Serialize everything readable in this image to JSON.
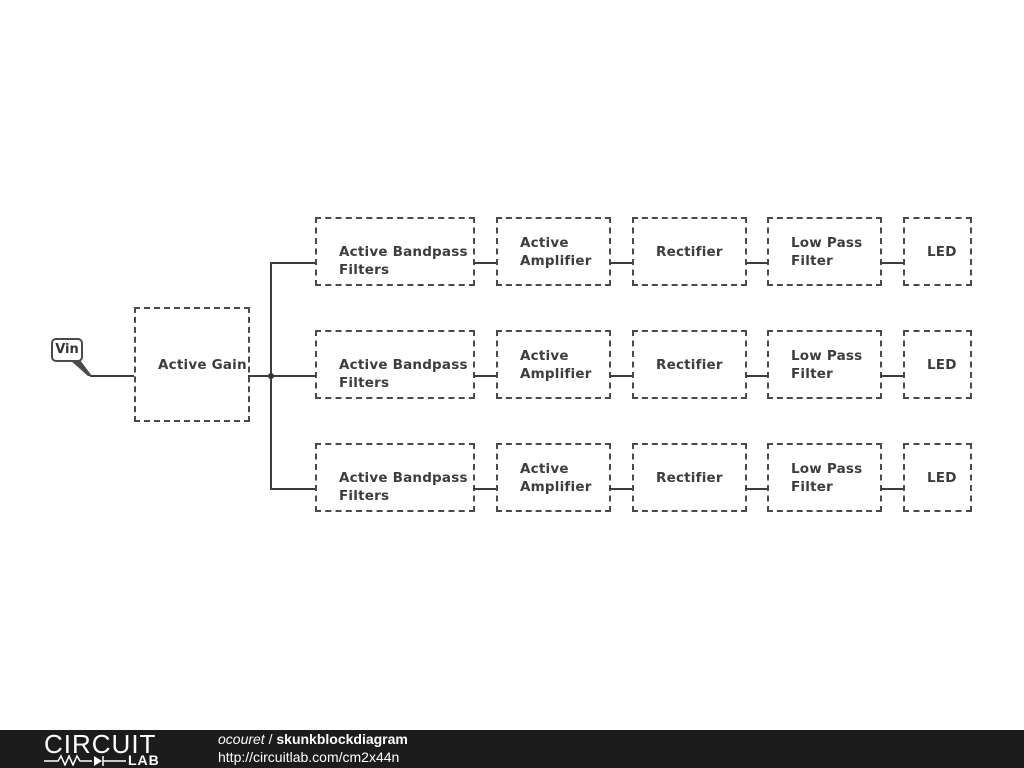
{
  "diagram": {
    "input_label": "Vin",
    "gain_block": [
      "Active Gain"
    ],
    "channels": [
      {
        "bandpass": [
          "Active Bandpass",
          "Filters"
        ],
        "amplifier": [
          "Active",
          "Amplifier"
        ],
        "rectifier": [
          "Rectifier"
        ],
        "lowpass": [
          "Low Pass",
          "Filter"
        ],
        "led": [
          "LED"
        ]
      },
      {
        "bandpass": [
          "Active Bandpass",
          "Filters"
        ],
        "amplifier": [
          "Active",
          "Amplifier"
        ],
        "rectifier": [
          "Rectifier"
        ],
        "lowpass": [
          "Low Pass",
          "Filter"
        ],
        "led": [
          "LED"
        ]
      },
      {
        "bandpass": [
          "Active Bandpass",
          "Filters"
        ],
        "amplifier": [
          "Active",
          "Amplifier"
        ],
        "rectifier": [
          "Rectifier"
        ],
        "lowpass": [
          "Low Pass",
          "Filter"
        ],
        "led": [
          "LED"
        ]
      }
    ]
  },
  "footer": {
    "logo_top": "CIRCUIT",
    "logo_bottom": "LAB",
    "user": "ocouret",
    "separator": " / ",
    "project": "skunkblockdiagram",
    "url": "http://circuitlab.com/cm2x44n"
  },
  "colors": {
    "block_border": "#4a4a4a",
    "wire": "#3d3d3d",
    "footer_bg": "#1c1c1c"
  }
}
